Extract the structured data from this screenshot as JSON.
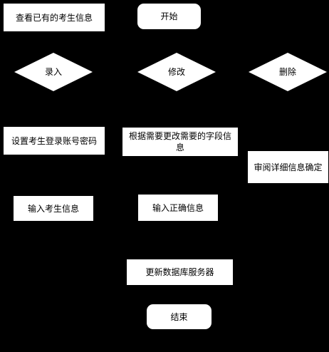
{
  "colors": {
    "background": "#000000",
    "node_fill": "#ffffff",
    "text": "#000000"
  },
  "nodes": {
    "view_info": "查看已有的考生信息",
    "start": "开始",
    "enter": "录入",
    "modify": "修改",
    "delete": "删除",
    "set_account": "设置考生登录账号密码",
    "modify_fields": "根据需要更改需要的字段信息",
    "review": "审阅详细信息确定",
    "input_info": "输入考生信息",
    "input_correct": "输入正确信息",
    "update_db": "更新数据库服务器",
    "end": "结束"
  }
}
